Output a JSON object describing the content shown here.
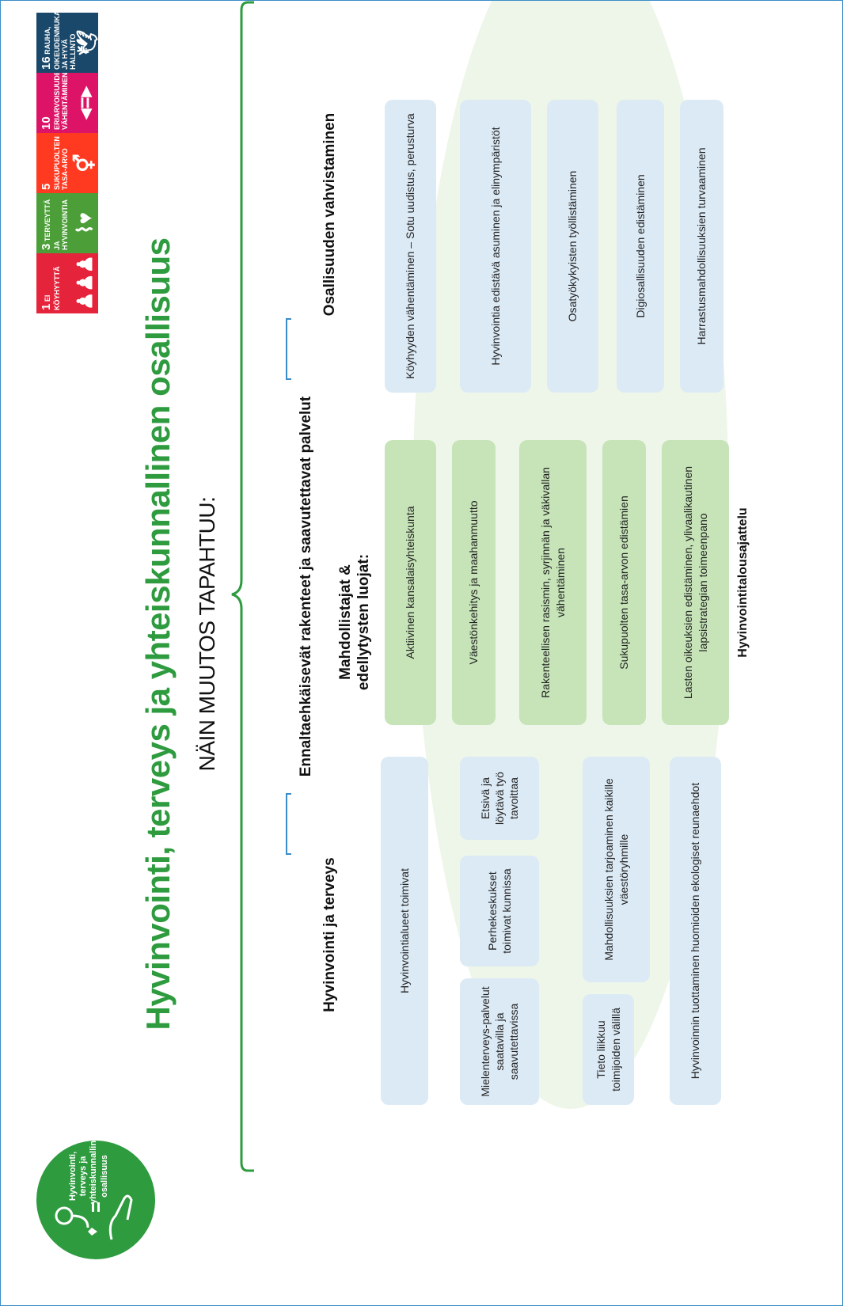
{
  "title": "Hyvinvointi, terveys ja yhteiskunnallinen osallisuus",
  "subtitle": "NÄIN MUUTOS TAPAHTUU:",
  "logo": {
    "text": "Hyvinvointi, terveys ja yhteiskunnallinen osallisuus",
    "icon": "hand-heart-stethoscope-icon"
  },
  "sdg": [
    {
      "num": "1",
      "label": "EI KÖYHYYTTÄ",
      "color": "#e5243b",
      "icon": "people-icon"
    },
    {
      "num": "3",
      "label": "TERVEYTTÄ JA HYVINVOINTIA",
      "color": "#4c9f38",
      "icon": "heartbeat-icon"
    },
    {
      "num": "5",
      "label": "SUKUPUOLTEN TASA-ARVO",
      "color": "#ff3a21",
      "icon": "gender-icon"
    },
    {
      "num": "10",
      "label": "ERIARVOISUUDEN VÄHENTÄMINEN",
      "color": "#dd1367",
      "icon": "equality-icon"
    },
    {
      "num": "16",
      "label": "RAUHA, OIKEUDENMUKAISUUS JA HYVÄ HALLINTO",
      "color": "#19486a",
      "icon": "dove-icon"
    }
  ],
  "columns": {
    "left": {
      "heading": "Hyvinvointi ja terveys",
      "row1": "Hyvinvointialueet toimivat",
      "row2": [
        "Mielenterveys-palvelut saatavilla ja saavutettavissa",
        "Perhekeskukset toimivat kunnissa",
        "Etsivä ja löytävä työ tavoittaa"
      ],
      "row3": [
        "Tieto liikkuu toimijoiden välillä",
        "Mahdollisuuksien tarjoaminen kaikille väestöryhmille"
      ],
      "row4": "Hyvinvoinnin tuottaminen huomioiden ekologiset reunaehdot"
    },
    "middle": {
      "heading": "Ennaltaehkäisevät rakenteet ja saavutettavat palvelut",
      "inner_heading": "Mahdollistajat & edellytysten luojat:",
      "items": [
        "Aktiivinen kansalaisyhteiskunta",
        "Väestönkehitys ja maahanmuutto",
        "Rakenteellisen rasismin, syrjinnän ja väkivallan vähentäminen",
        "Sukupuolten tasa-arvon edistämien",
        "Lasten oikeuksien edistäminen, ylivaalikautinen lapsistrategian toimeenpano"
      ],
      "footer": "Hyvinvointitalousajattelu"
    },
    "right": {
      "heading": "Osallisuuden vahvistaminen",
      "items": [
        "Köyhyyden vähentäminen – Sotu uudistus, perusturva",
        "Hyvinvointia edistävä asuminen ja elinympäristöt",
        "Osatyökykyisten työllistäminen",
        "Digiosallisuuden edistäminen",
        "Harrastusmahdollisuuksien turvaaminen"
      ]
    }
  }
}
